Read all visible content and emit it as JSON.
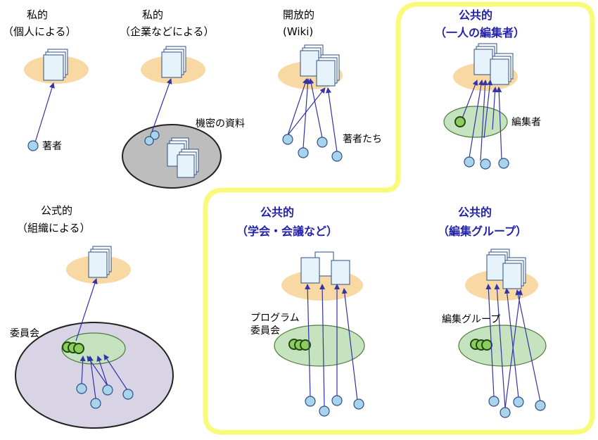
{
  "labels": {
    "private_personal": [
      "私的",
      "（個人による）"
    ],
    "private_company": [
      "私的",
      "（企業などによる）"
    ],
    "open": [
      "開放的",
      "(Wiki)"
    ],
    "public_single_editor": [
      "公共的",
      "（一人の編集者）"
    ],
    "official_org": [
      "公式的",
      "（組織による）"
    ],
    "public_society": [
      "公共的",
      "（学会・会議など）"
    ],
    "public_editor_group": [
      "公共的",
      "（編集グループ）"
    ]
  },
  "annotations": {
    "author": "著者",
    "confidential_docs": "機密の資料",
    "authors": "著者たち",
    "editor": "編集者",
    "committee": "委員会",
    "program_committee": [
      "プログラム",
      "委員会"
    ],
    "editor_group": "編集グループ"
  },
  "colors": {
    "highlight_border": "#fafa7a",
    "title_blue": "#2222aa",
    "pedestal": "#f8d9a3",
    "green_group": "#c6e3bf",
    "confidential_area": "#bdbdbd",
    "committee_area": "#d8d4e6",
    "person": "#a9d3ea"
  }
}
